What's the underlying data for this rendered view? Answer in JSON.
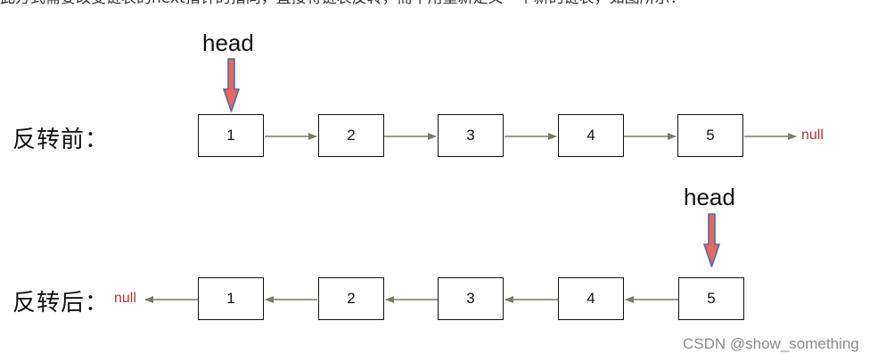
{
  "top_text": "此方式需要改变链表的next指针的指向，直接将链表反转，而不用重新定义一个新的链表，如图所示：",
  "before": {
    "label": "反转前：",
    "nodes": [
      "1",
      "2",
      "3",
      "4",
      "5"
    ],
    "null_label": "null",
    "head_label": "head"
  },
  "after": {
    "label": "反转后：",
    "nodes": [
      "1",
      "2",
      "3",
      "4",
      "5"
    ],
    "null_label": "null",
    "head_label": "head"
  },
  "watermark": "CSDN @show_something",
  "colors": {
    "link_arrow": "#7a7a66",
    "head_arrow_fill": "#e8675e",
    "head_arrow_stroke": "#4f6aa8",
    "null_text": "#b5343a"
  }
}
